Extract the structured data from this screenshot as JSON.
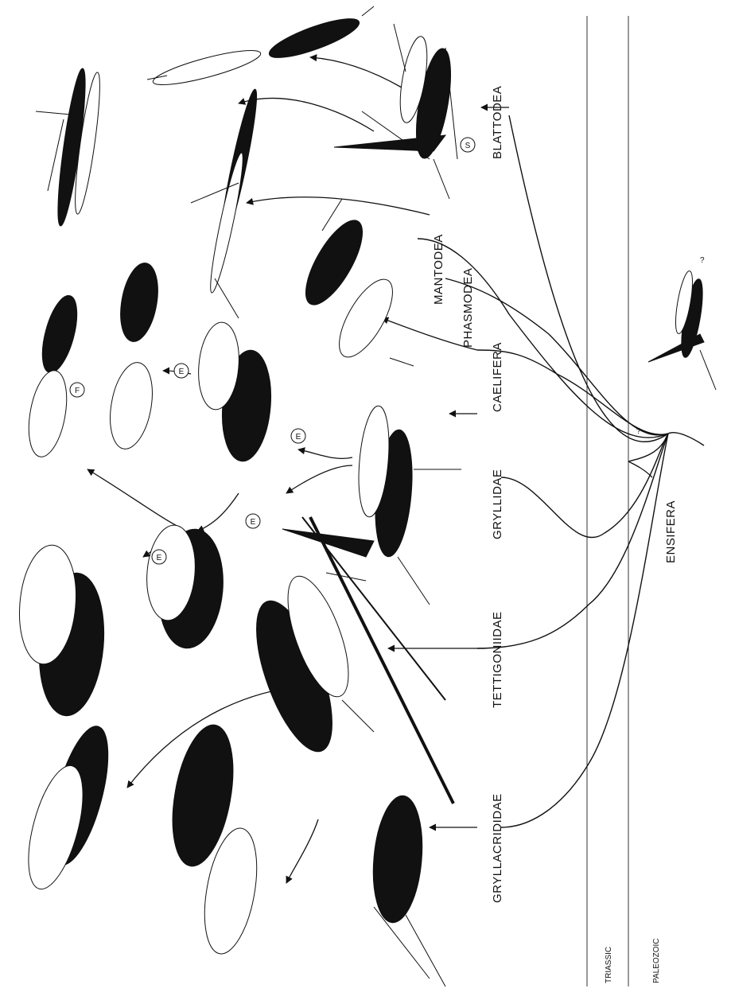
{
  "figure": {
    "groups": {
      "blattodea": "BLATTODEA",
      "mantodea": "MANTODEA",
      "phasmodea": "PHASMODEA",
      "caelifera": "CAELIFERA",
      "gryllidae": "GRYLLIDAE",
      "tettigoniidae": "TETTIGONIIDAE",
      "gryllacrididae": "GRYLLACRIDIDAE",
      "ensifera": "ENSIFERA"
    },
    "eras": {
      "triassic": "TRIASSIC",
      "paleozoic": "PALEOZOIC"
    },
    "markers": {
      "s": "S",
      "e": "E",
      "f": "F",
      "question": "?"
    }
  }
}
